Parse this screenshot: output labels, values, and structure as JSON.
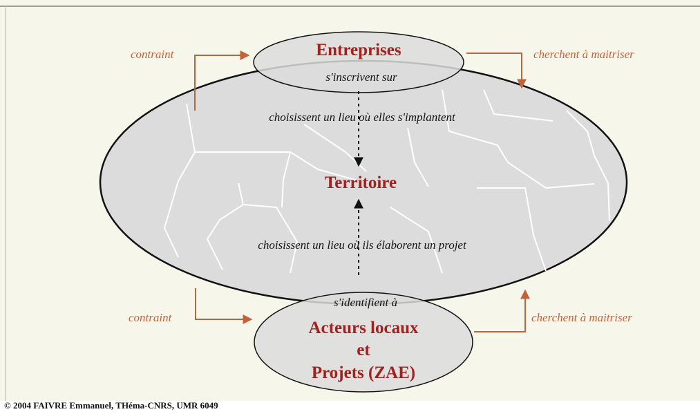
{
  "diagram": {
    "nodes": {
      "entreprises": "Entreprises",
      "territoire": "Territoire",
      "acteurs_line1": "Acteurs locaux",
      "acteurs_line2": "et",
      "acteurs_line3": "Projets (ZAE)"
    },
    "labels": {
      "contraint_top": "contraint",
      "contraint_bottom": "contraint",
      "cherchent_top": "cherchent à maitriser",
      "cherchent_bottom": "cherchent à maitriser",
      "inscrivent": "s'inscrivent sur",
      "choisissent_entreprises": "choisissent un lieu où elles s'implantent",
      "choisissent_acteurs": "choisissent un lieu où ils élaborent un projet",
      "identifient": "s'identifient à"
    },
    "copyright": "© 2004 FAIVRE Emmanuel, THéma-CNRS, UMR 6049"
  },
  "colors": {
    "background": "#f6f7ea",
    "ellipse_fill": "#dcdcdc",
    "ellipse_stroke": "#111111",
    "title_red": "#a3201f",
    "arrow_orange": "#c0623a",
    "label_orange": "#c0623a",
    "frame": "#9aa08f"
  }
}
